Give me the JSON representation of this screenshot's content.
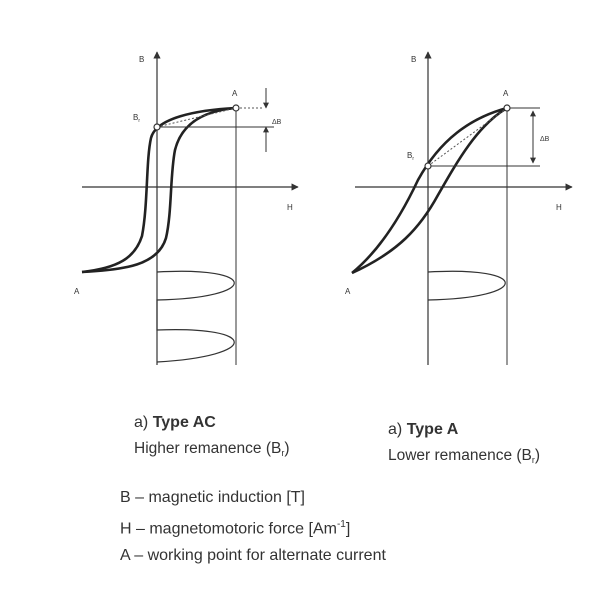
{
  "diagram_a": {
    "axis_b": "B",
    "axis_h": "H",
    "point_a": "A",
    "point_br": "B",
    "point_br_sub": "r",
    "delta_b": "ΔB",
    "caption_prefix": "a)",
    "caption_type": "Type AC",
    "caption_sub": "Higher remanence (B",
    "caption_sub_r": "r",
    "caption_close": ")"
  },
  "diagram_b": {
    "axis_b": "B",
    "axis_h": "H",
    "point_a": "A",
    "point_br": "B",
    "point_br_sub": "r",
    "delta_b": "ΔB",
    "caption_prefix": "a)",
    "caption_type": "Type A",
    "caption_sub": "Lower remanence (B",
    "caption_sub_r": "r",
    "caption_close": ")"
  },
  "legend": {
    "b_line": "B – magnetic induction [T]",
    "h_prefix": "H – magnetomotoric force [Am",
    "h_sup": "-1",
    "h_suffix": "]",
    "a_line": "A – working point for alternate current"
  }
}
